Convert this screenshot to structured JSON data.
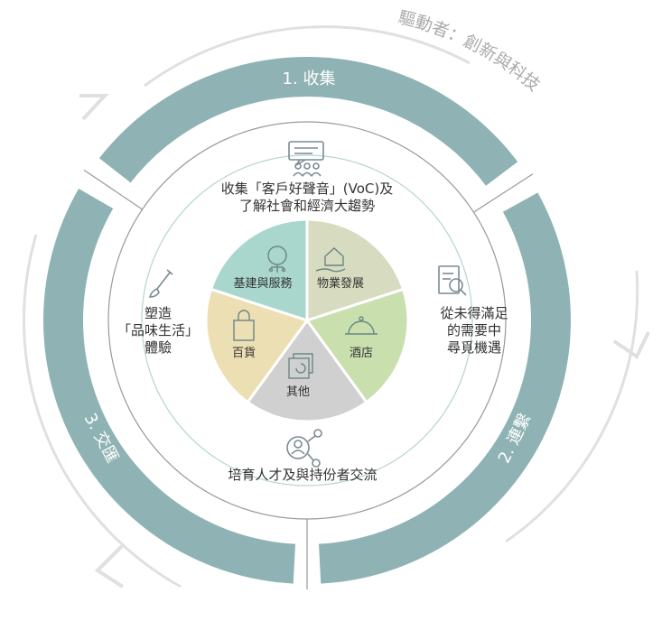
{
  "driver_label": "驅動者：創新與科技",
  "stages": {
    "collect": "1. 收集",
    "connect": "2. 連繫",
    "exchange": "3. 交匯"
  },
  "middle_ring": {
    "top_line1": "收集「客戶好聲音」(VoC)及",
    "top_line2": "了解社會和經濟大趨勢",
    "right_line1": "從未得滿足",
    "right_line2": "的需要中",
    "right_line3": "尋覓機遇",
    "bottom": "培育人才及與持份者交流",
    "left_line1": "塑造",
    "left_line2": "「品味生活」",
    "left_line3": "體驗"
  },
  "segments": {
    "base_services": "基建與服務",
    "property": "物業發展",
    "hotel": "酒店",
    "others": "其他",
    "department_store": "百貨"
  },
  "colors": {
    "teal_ring": "#8fb3b4",
    "base_services": "#a9d7cd",
    "property": "#d7dbbf",
    "hotel": "#c9e0ae",
    "others": "#d0d0d0",
    "department_store": "#ecdfb3",
    "text": "#333333",
    "driver_text": "#aaaaaa"
  },
  "icons": {
    "top": "audience-speech-icon",
    "right": "document-magnifier-icon",
    "bottom": "people-network-icon",
    "left": "paintbrush-icon",
    "base_services": "tree-circuit-icon",
    "property": "hand-house-icon",
    "hotel": "service-bell-icon",
    "others": "cycle-stack-icon",
    "department_store": "shopping-bag-icon"
  }
}
